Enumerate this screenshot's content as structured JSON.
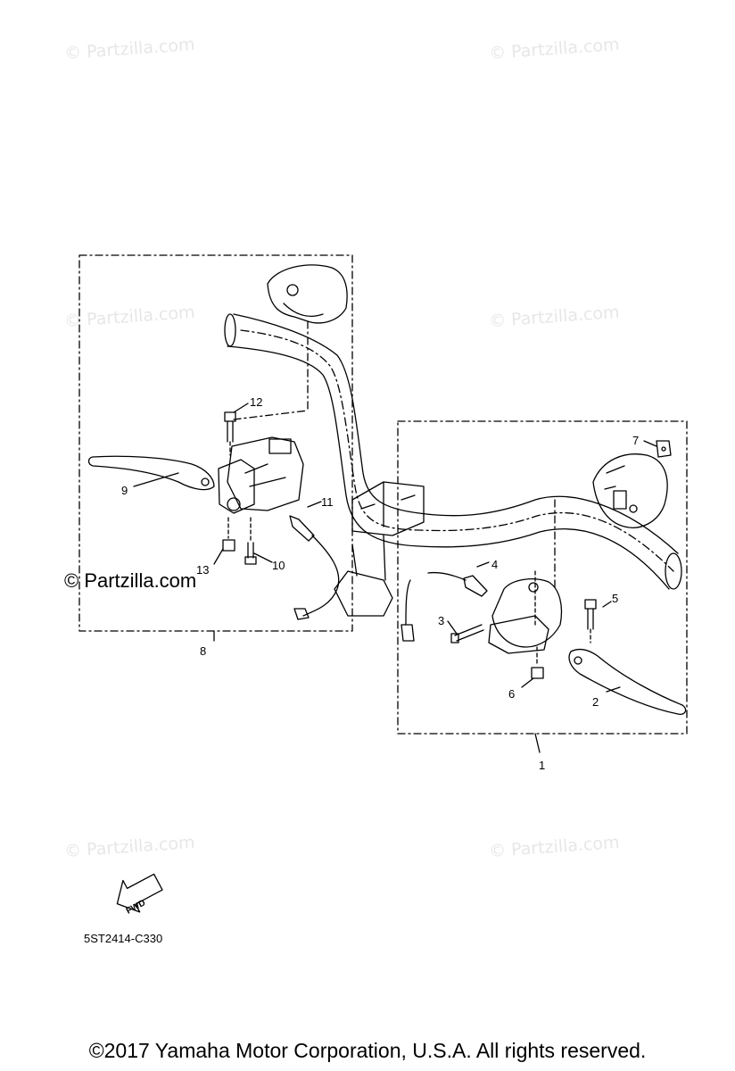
{
  "watermarks": {
    "repeat_text": "© Partzilla.com",
    "large_text": "© Partzilla.com"
  },
  "callouts": {
    "c1": "1",
    "c2": "2",
    "c3": "3",
    "c4": "4",
    "c5": "5",
    "c6": "6",
    "c7": "7",
    "c8": "8",
    "c9": "9",
    "c10": "10",
    "c11": "11",
    "c12": "12",
    "c13": "13"
  },
  "fwd_label": "FWD",
  "diagram_code": "5ST2414-C330",
  "copyright": "©2017 Yamaha Motor Corporation, U.S.A. All rights reserved."
}
